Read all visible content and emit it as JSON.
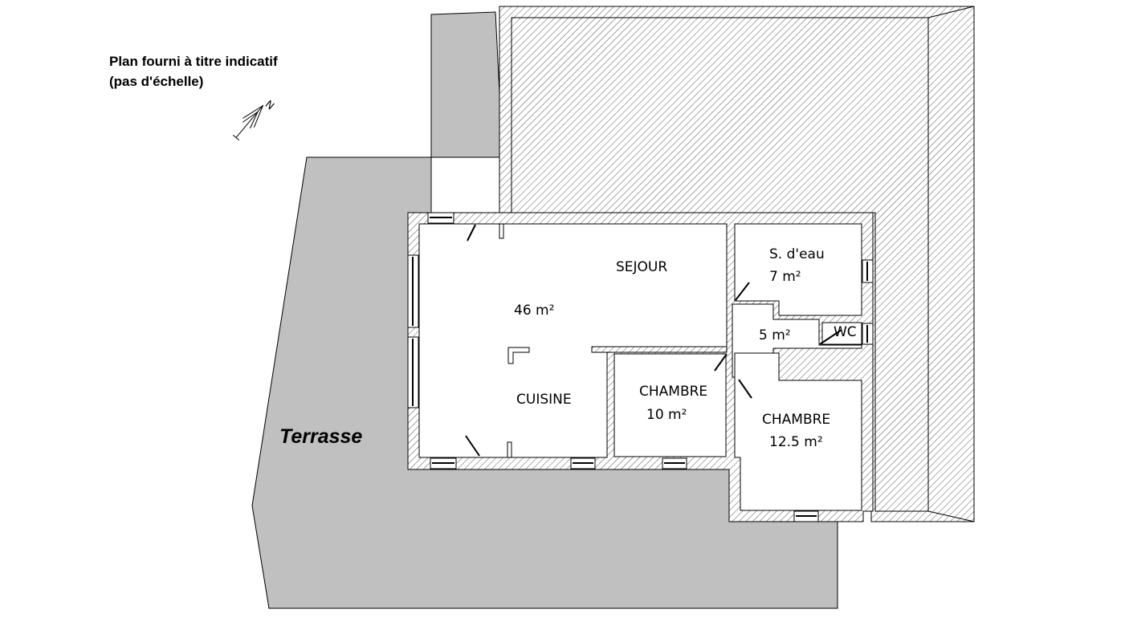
{
  "note": {
    "line1": "Plan fourni à titre indicatif",
    "line2": "(pas d'échelle)"
  },
  "compass": {
    "label": "N"
  },
  "areas": {
    "terrasse": "Terrasse"
  },
  "rooms": {
    "sejour": {
      "name": "SEJOUR",
      "area": "46 m²"
    },
    "cuisine": {
      "name": "CUISINE"
    },
    "salle_eau": {
      "name": "S. d'eau",
      "area": "7 m²"
    },
    "hall": {
      "area": "5 m²"
    },
    "wc": {
      "name": "WC"
    },
    "chambre1": {
      "name": "CHAMBRE",
      "area": "10 m²"
    },
    "chambre2": {
      "name": "CHAMBRE",
      "area": "12.5 m²"
    }
  },
  "colors": {
    "terrace": "#c0c0c0",
    "wall": "#ffffff",
    "line": "#000000",
    "hatch": "#555555"
  }
}
